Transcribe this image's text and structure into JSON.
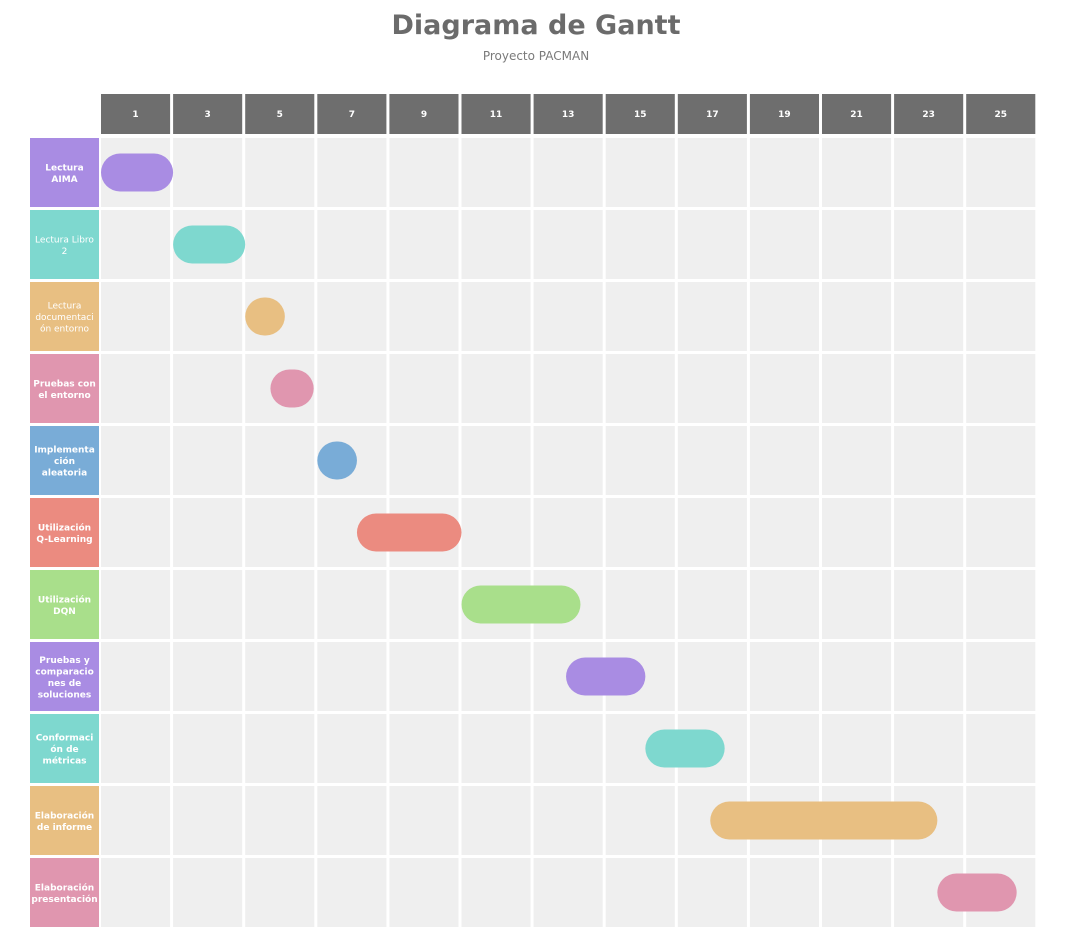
{
  "chart_data": {
    "type": "gantt",
    "title": "Diagrama de Gantt",
    "subtitle": "Proyecto PACMAN",
    "x_ticks": [
      "1",
      "3",
      "5",
      "7",
      "9",
      "11",
      "13",
      "15",
      "17",
      "19",
      "21",
      "23",
      "25"
    ],
    "x_range": [
      0,
      26
    ],
    "grid": true,
    "header_color": "#6e6e6e",
    "cell_color": "#efefef",
    "tasks": [
      {
        "label": "Lectura AIMA",
        "lines": [
          "Lectura",
          "AIMA"
        ],
        "bold": true,
        "start": 0,
        "end": 2,
        "color": "#a98ce3"
      },
      {
        "label": "Lectura Libro 2",
        "lines": [
          "Lectura Libro",
          "2"
        ],
        "bold": false,
        "start": 2,
        "end": 4,
        "color": "#7ed8cf"
      },
      {
        "label": "Lectura documentación entorno",
        "lines": [
          "Lectura",
          "documentaci",
          "ón entorno"
        ],
        "bold": false,
        "start": 4,
        "end": 5.1,
        "color": "#e8bf82"
      },
      {
        "label": "Pruebas con el entorno",
        "lines": [
          "Pruebas con",
          "el entorno"
        ],
        "bold": true,
        "start": 4.7,
        "end": 5.9,
        "color": "#e096af"
      },
      {
        "label": "Implementación aleatoria",
        "lines": [
          "Implementa",
          "ción",
          "aleatoria"
        ],
        "bold": true,
        "start": 6,
        "end": 7.1,
        "color": "#79acd7"
      },
      {
        "label": "Utilización Q-Learning",
        "lines": [
          "Utilización",
          "Q-Learning"
        ],
        "bold": true,
        "start": 7.1,
        "end": 10,
        "color": "#eb8b80"
      },
      {
        "label": "Utilización DQN",
        "lines": [
          "Utilización",
          "DQN"
        ],
        "bold": true,
        "start": 10,
        "end": 13.3,
        "color": "#a9df8b"
      },
      {
        "label": "Pruebas y comparaciones de soluciones",
        "lines": [
          "Pruebas y",
          "comparacio",
          "nes de",
          "soluciones"
        ],
        "bold": true,
        "start": 12.9,
        "end": 15.1,
        "color": "#a98ce3"
      },
      {
        "label": "Conformación de métricas",
        "lines": [
          "Conformaci",
          "ón de",
          "métricas"
        ],
        "bold": true,
        "start": 15.1,
        "end": 17.3,
        "color": "#7ed8cf"
      },
      {
        "label": "Elaboración de informe",
        "lines": [
          "Elaboración",
          "de informe"
        ],
        "bold": true,
        "start": 16.9,
        "end": 23.2,
        "color": "#e8bf82"
      },
      {
        "label": "Elaboración presentación",
        "lines": [
          "Elaboración",
          "presentación"
        ],
        "bold": true,
        "start": 23.2,
        "end": 25.4,
        "color": "#e096af"
      }
    ]
  }
}
